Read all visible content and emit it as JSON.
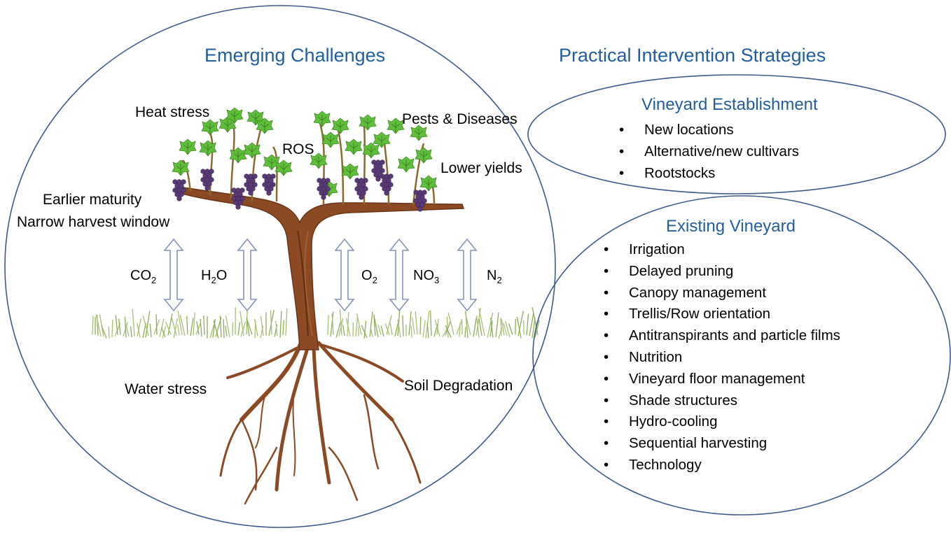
{
  "challenges": {
    "title": "Emerging Challenges",
    "heat": "Heat stress",
    "ros": "ROS",
    "pests": "Pests & Diseases",
    "yields": "Lower yields",
    "maturity": "Earlier maturity",
    "harvest_window": "Narrow harvest window",
    "water": "Water stress",
    "soil": "Soil Degradation"
  },
  "exchanges": {
    "co2": {
      "base": "CO",
      "sub": "2"
    },
    "h2o": {
      "base": "H",
      "sub": "2",
      "tail": "O"
    },
    "o2": {
      "base": "O",
      "sub": "2"
    },
    "no3": {
      "base": "NO",
      "sub": "3"
    },
    "n2": {
      "base": "N",
      "sub": "2"
    }
  },
  "strategies": {
    "title": "Practical Intervention Strategies",
    "establishment": {
      "title": "Vineyard Establishment",
      "items": [
        "New locations",
        "Alternative/new cultivars",
        "Rootstocks"
      ]
    },
    "existing": {
      "title": "Existing Vineyard",
      "items": [
        "Irrigation",
        "Delayed pruning",
        "Canopy management",
        "Trellis/Row orientation",
        "Antitranspirants and particle films",
        "Nutrition",
        "Vineyard floor management",
        "Shade structures",
        "Hydro-cooling",
        "Sequential harvesting",
        "Technology"
      ]
    }
  },
  "colors": {
    "ellipse_stroke": "#3d5a8c",
    "arrow_stroke": "#8494b8",
    "title_blue": "#1f5f9f",
    "trunk": "#8b4a24",
    "leaf": "#5fbf3a",
    "grape": "#5a3a78",
    "grass": "#8cae52"
  }
}
